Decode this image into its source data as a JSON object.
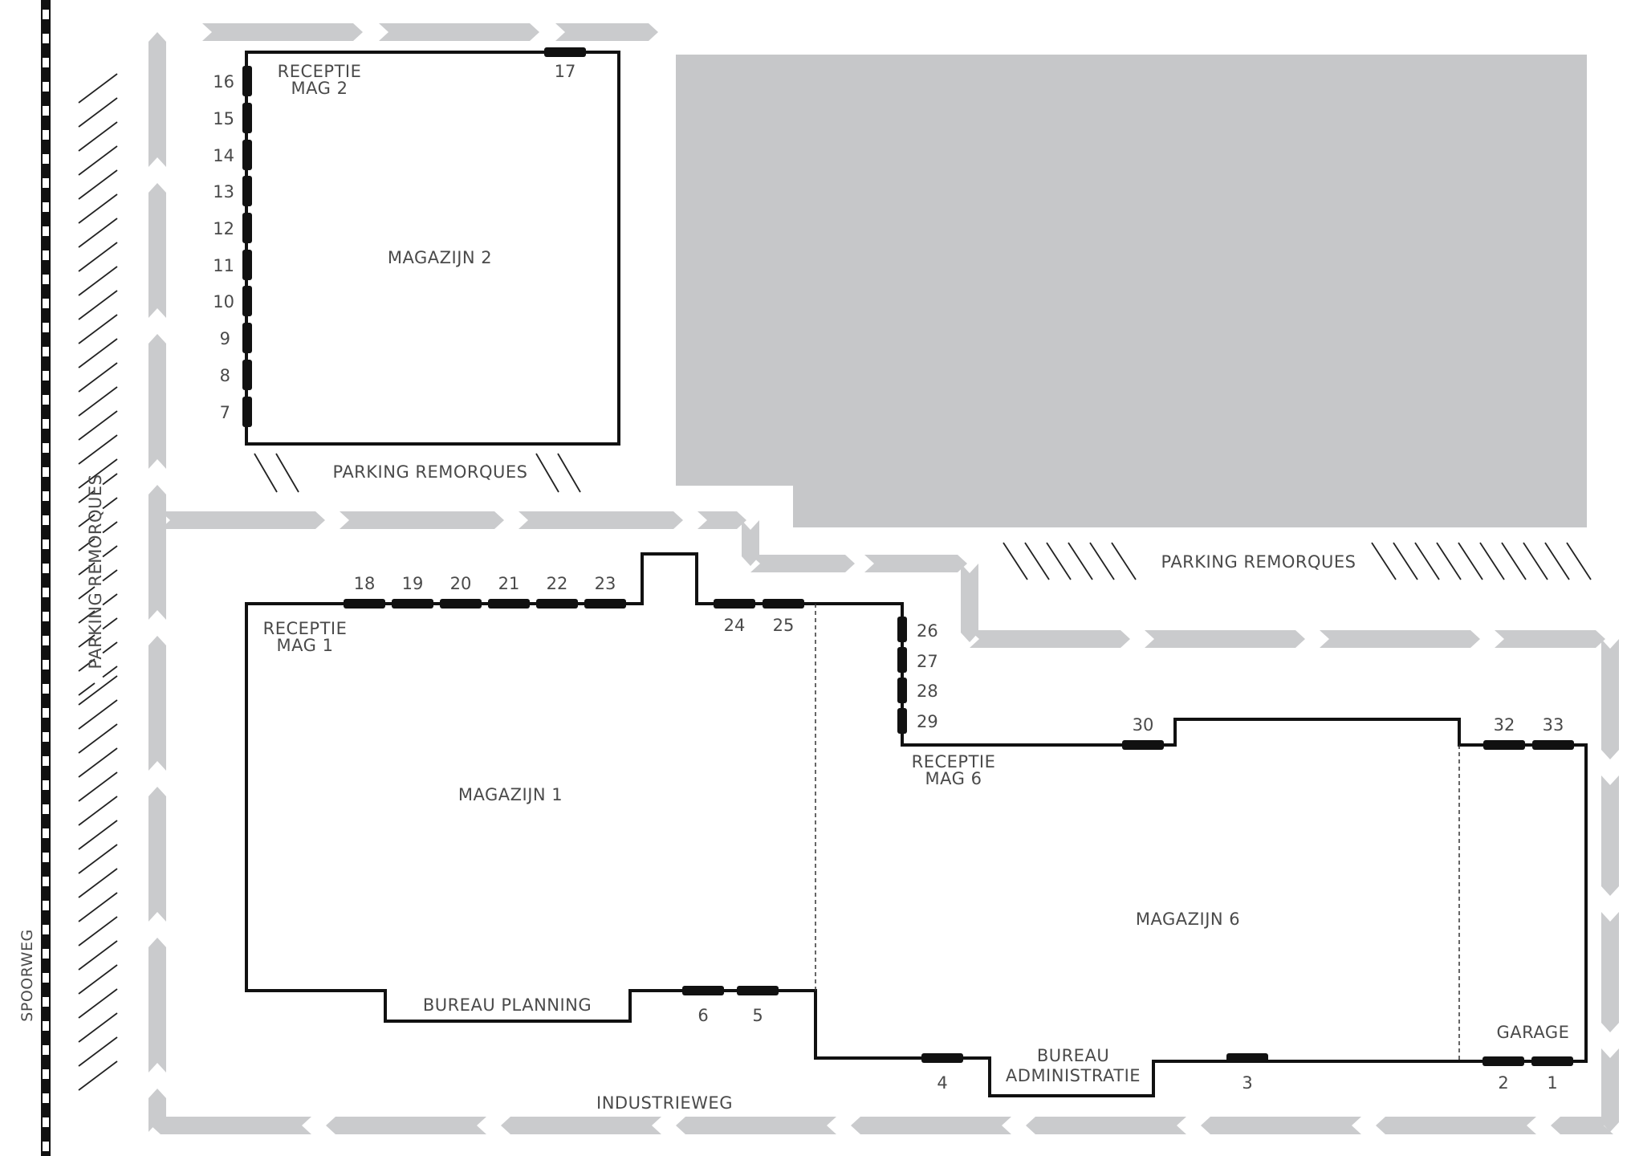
{
  "labels": {
    "magazijn_2": "MAGAZIJN 2",
    "magazijn_1": "MAGAZIJN 1",
    "magazijn_6": "MAGAZIJN 6",
    "receptie_mag2_l1": "RECEPTIE",
    "receptie_mag2_l2": "MAG 2",
    "receptie_mag1_l1": "RECEPTIE",
    "receptie_mag1_l2": "MAG 1",
    "receptie_mag6_l1": "RECEPTIE",
    "receptie_mag6_l2": "MAG 6",
    "bureau_planning": "BUREAU PLANNING",
    "bureau_admin_l1": "BUREAU",
    "bureau_admin_l2": "ADMINISTRATIE",
    "garage": "GARAGE",
    "parking_left": "PARKING REMORQUES",
    "parking_mid": "PARKING REMORQUES",
    "parking_right": "PARKING REMORQUES",
    "industrieweg": "INDUSTRIEWEG",
    "spoorweg": "SPOORWEG"
  },
  "docks": [
    "1",
    "2",
    "3",
    "4",
    "5",
    "6",
    "7",
    "8",
    "9",
    "10",
    "11",
    "12",
    "13",
    "14",
    "15",
    "16",
    "17",
    "18",
    "19",
    "20",
    "21",
    "22",
    "23",
    "24",
    "25",
    "26",
    "27",
    "28",
    "29",
    "30",
    "32",
    "33"
  ],
  "colors": {
    "wall": "#111111",
    "road": "#cacbcd",
    "block": "#c6c7c9",
    "text": "#4a4a4a"
  }
}
